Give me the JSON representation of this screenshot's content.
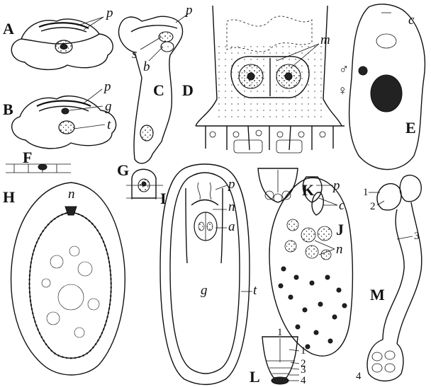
{
  "figure": {
    "panels": [
      {
        "id": "A",
        "label": "A"
      },
      {
        "id": "B",
        "label": "B"
      },
      {
        "id": "C",
        "label": "C"
      },
      {
        "id": "D",
        "label": "D"
      },
      {
        "id": "E",
        "label": "E"
      },
      {
        "id": "F",
        "label": "F"
      },
      {
        "id": "G",
        "label": "G"
      },
      {
        "id": "H",
        "label": "H"
      },
      {
        "id": "I",
        "label": "I"
      },
      {
        "id": "J",
        "label": "J"
      },
      {
        "id": "K",
        "label": "K"
      },
      {
        "id": "L",
        "label": "L"
      },
      {
        "id": "M",
        "label": "M"
      }
    ],
    "part_labels": {
      "A_p": "p",
      "B_p": "p",
      "B_g": "g",
      "B_t": "t",
      "C_p": "p",
      "C_s": "s",
      "C_b": "b",
      "D_m": "m",
      "E_c": "c",
      "E_male": "♂",
      "E_female": "♀",
      "H_n": "n",
      "I_p": "p",
      "I_n": "n",
      "I_a": "a",
      "I_g": "g",
      "I_t": "t",
      "J_p": "p",
      "J_c": "c",
      "J_n": "n",
      "L_1a": "1",
      "L_1b": "1",
      "L_2": "2",
      "L_3": "3",
      "L_4": "4",
      "M_1": "1",
      "M_2": "2",
      "M_3": "3",
      "M_4": "4"
    }
  }
}
